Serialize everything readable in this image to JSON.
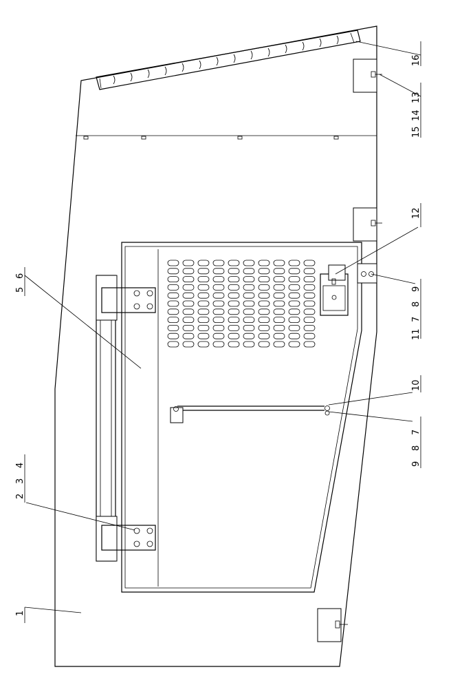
{
  "drawing": {
    "labels": {
      "l1": "1",
      "l2": "2",
      "l3": "3",
      "l4": "4",
      "l5": "5",
      "l6": "6",
      "l7a": "7",
      "l8a": "8",
      "l9a": "9",
      "l10": "10",
      "l7b": "7",
      "l8b": "8",
      "l9b": "9",
      "l11": "11",
      "l12": "12",
      "l13": "13",
      "l14": "14",
      "l15": "15",
      "l16": "16"
    }
  }
}
